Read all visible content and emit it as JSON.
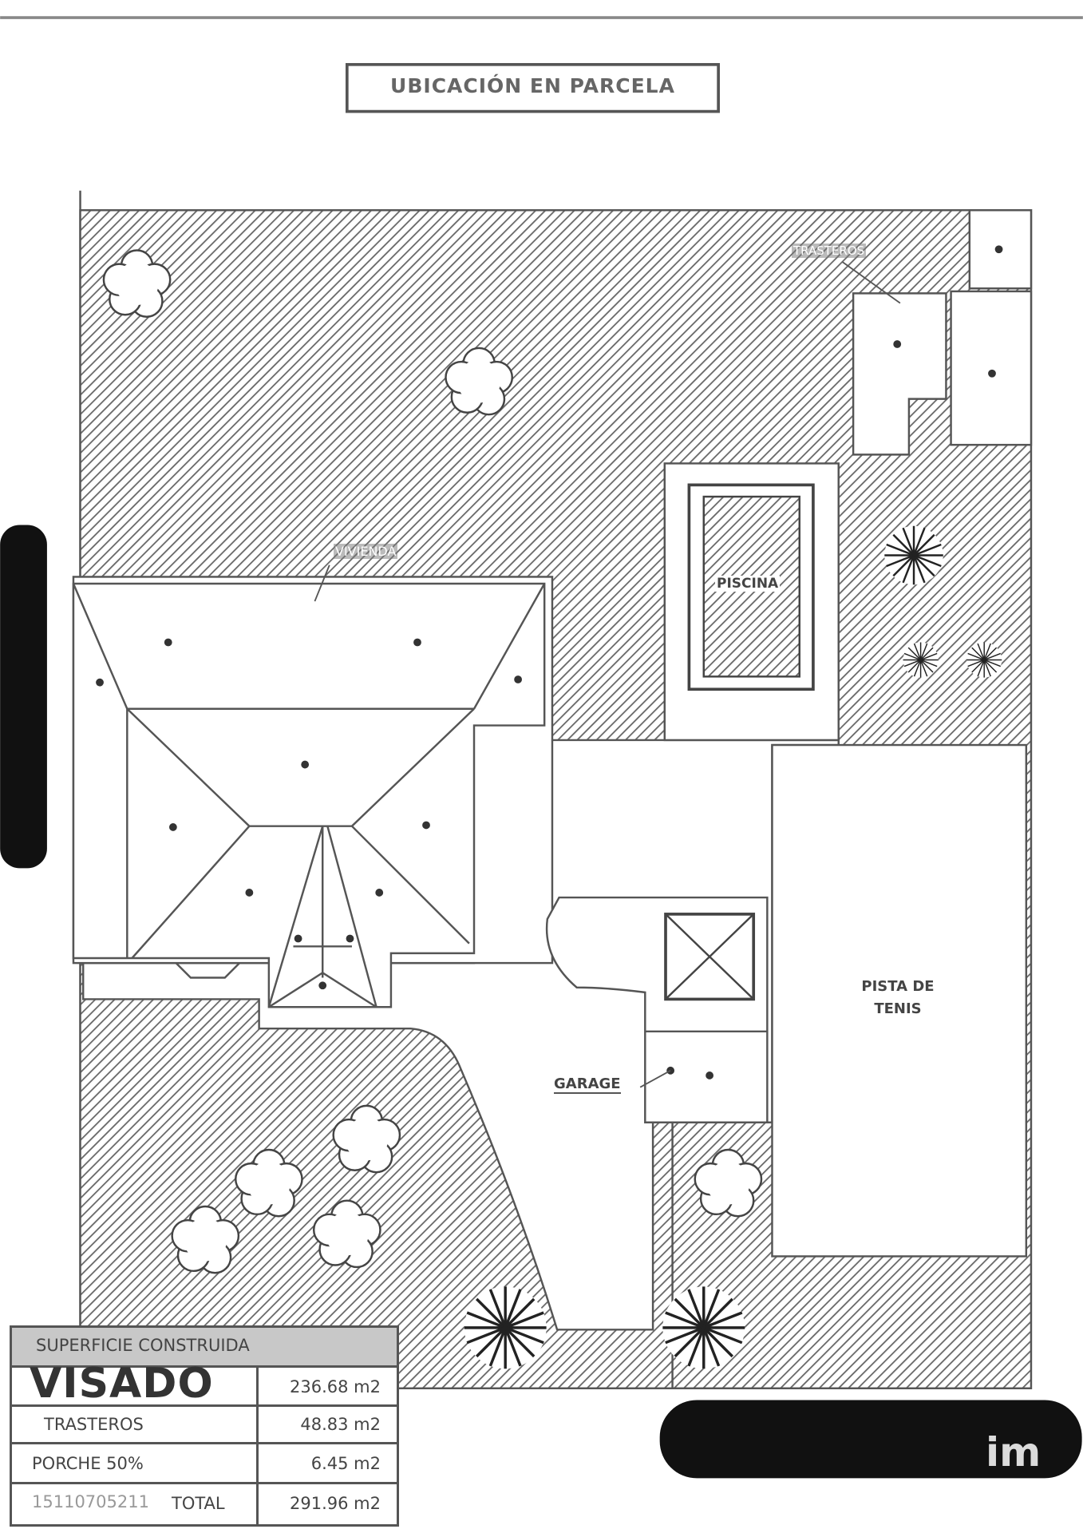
{
  "title": "UBICACIÓN EN PARCELA",
  "labels": {
    "trasteros": "TRASTEROS",
    "vivienda": "VIVIENDA",
    "piscina": "PISCINA",
    "pista_line1": "PISTA DE",
    "pista_line2": "TENIS",
    "garage": "GARAGE"
  },
  "table": {
    "header": "SUPERFICIE CONSTRUIDA",
    "rows": [
      {
        "label": "",
        "value": "236.68 m2"
      },
      {
        "label": "TRASTEROS",
        "value": "48.83 m2"
      },
      {
        "label": "PORCHE 50%",
        "value": "6.45 m2"
      },
      {
        "label": "TOTAL",
        "value": "291.96 m2"
      }
    ]
  },
  "stamp": {
    "word": "VISADO",
    "number": "15110705211"
  },
  "watermark": "im",
  "colors": {
    "line": "#555555",
    "hatch": "#6a6a6a",
    "table_header": "#c8c8c8",
    "redaction": "#111111"
  }
}
